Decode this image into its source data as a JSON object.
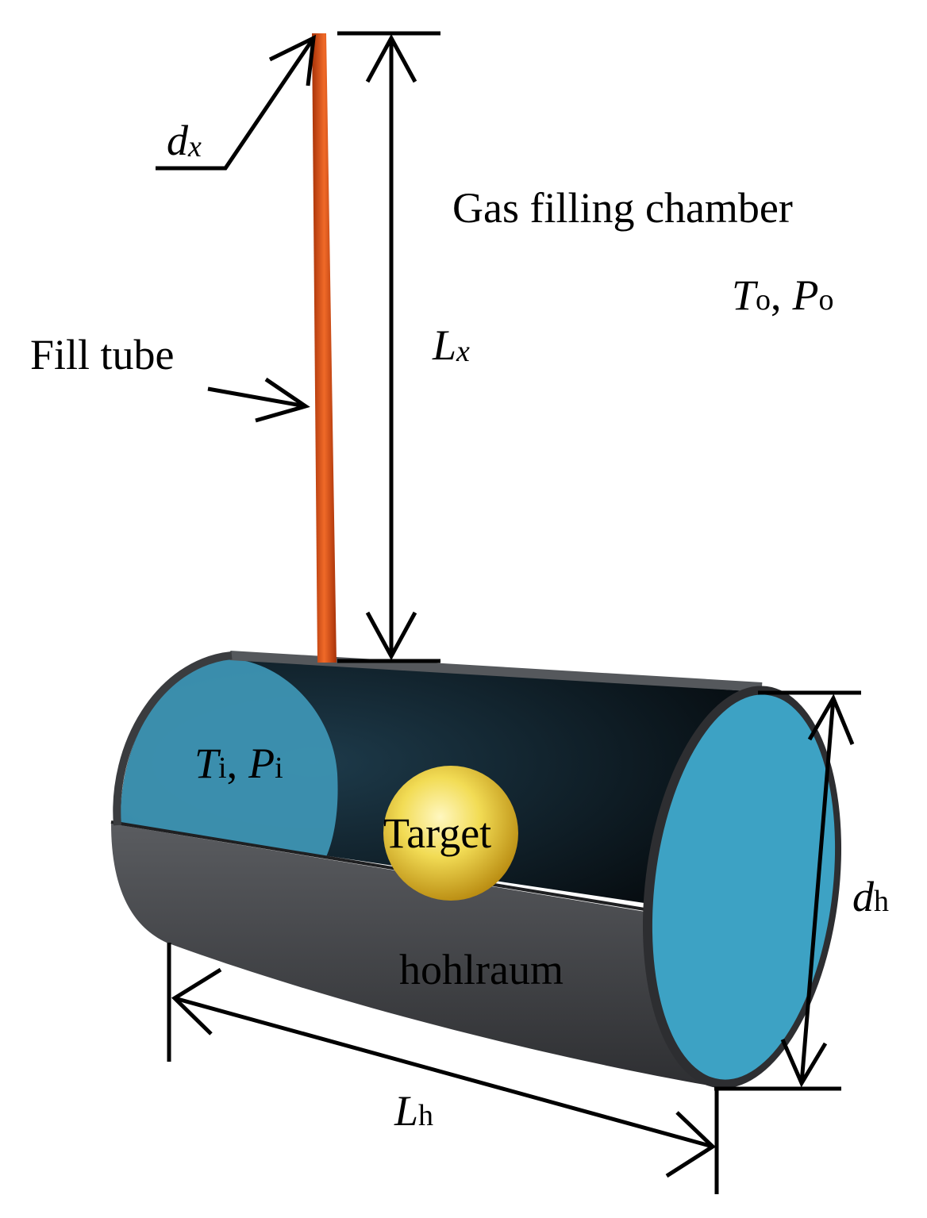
{
  "labels": {
    "chamber": "Gas filling chamber",
    "outer_state": {
      "T": "T",
      "T_sub": "o",
      "sep": ",",
      "P": "P",
      "P_sub": "o"
    },
    "inner_state": {
      "T": "T",
      "T_sub": "i",
      "sep": ",",
      "P": "P",
      "P_sub": "i"
    },
    "fill_tube": "Fill tube",
    "target": "Target",
    "hohlraum": "hohlraum",
    "dx": {
      "main": "d",
      "sub": "x"
    },
    "Lx": {
      "main": "L",
      "sub": "x"
    },
    "dh": {
      "main": "d",
      "sub": "h"
    },
    "Lh": {
      "main": "L",
      "sub": "h"
    }
  },
  "colors": {
    "tube": "#e0521a",
    "tube_dark": "#a83208",
    "shell": "#4a4c4f",
    "shell_dark": "#2b2c2e",
    "interior": "#0c1820",
    "end_cap": "#3da2c4",
    "target": "#f2dc55",
    "arrow": "#000000"
  }
}
